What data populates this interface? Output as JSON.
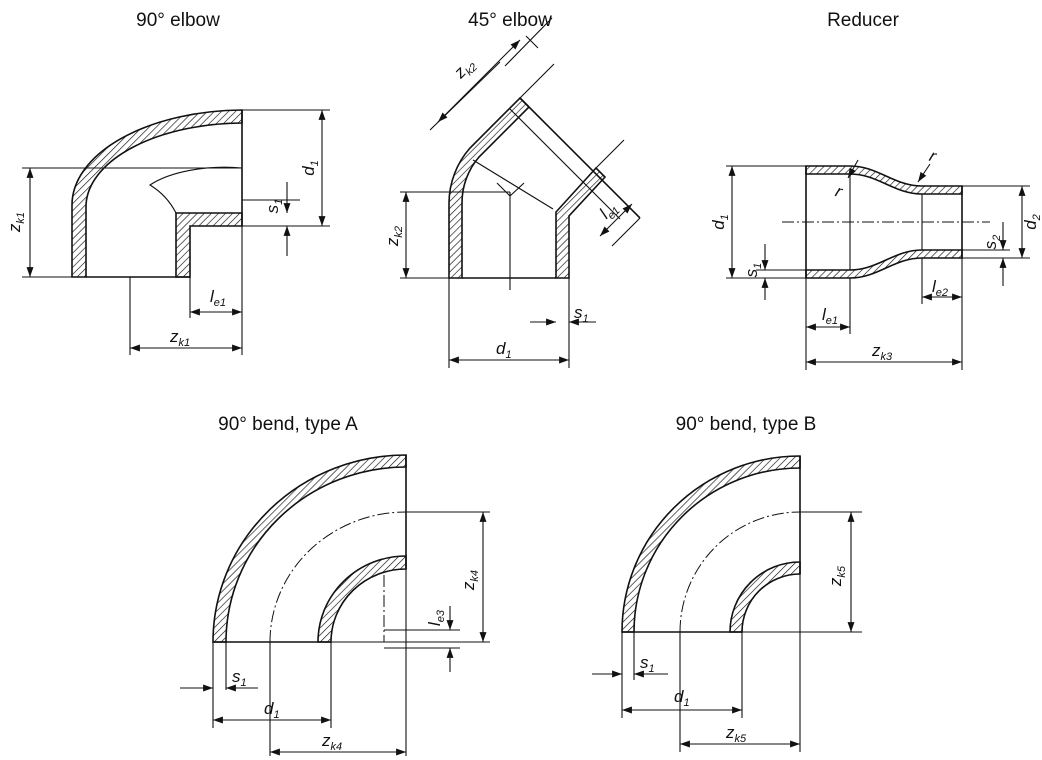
{
  "titles": {
    "elbow90": "90° elbow",
    "elbow45": "45° elbow",
    "reducer": "Reducer",
    "bendA": "90° bend, type A",
    "bendB": "90° bend, type B"
  },
  "dim": {
    "z": "z",
    "d": "d",
    "s": "s",
    "l": "l",
    "r": "r",
    "k1": "k1",
    "k2": "k2",
    "k3": "k3",
    "k4": "k4",
    "k5": "k5",
    "e1": "e1",
    "e2": "e2",
    "e3": "e3",
    "one": "1",
    "two": "2"
  }
}
